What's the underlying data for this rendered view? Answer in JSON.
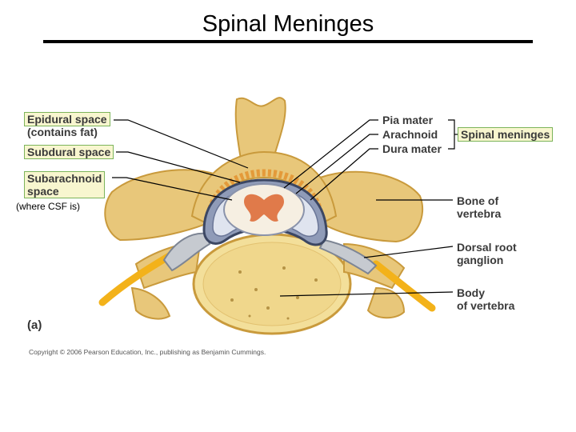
{
  "title": "Spinal Meninges",
  "labels": {
    "epidural_line1": "Epidural space",
    "epidural_line2": "(contains fat)",
    "subdural": "Subdural space",
    "subarachnoid_line1": "Subarachnoid",
    "subarachnoid_line2": "space",
    "pia": "Pia mater",
    "arachnoid": "Arachnoid",
    "dura": "Dura mater",
    "spinal_meninges": "Spinal meninges",
    "bone_line1": "Bone of",
    "bone_line2": "vertebra",
    "drg_line1": "Dorsal root",
    "drg_line2": "ganglion",
    "body_line1": "Body",
    "body_line2": "of vertebra"
  },
  "note": "(where CSF is)",
  "panel_label": "(a)",
  "copyright": "Copyright © 2006 Pearson Education, Inc., publishing as Benjamin Cummings.",
  "colors": {
    "bone": "#e8c77a",
    "bone_dark": "#c99a3c",
    "fat": "#e49a3a",
    "dura": "#5b6a8c",
    "cord_white": "#f6efe2",
    "gray_matter": "#e07a4a",
    "nerve": "#f3b21a",
    "box_fill": "#f8f6cf",
    "box_border": "#7cb45a"
  }
}
